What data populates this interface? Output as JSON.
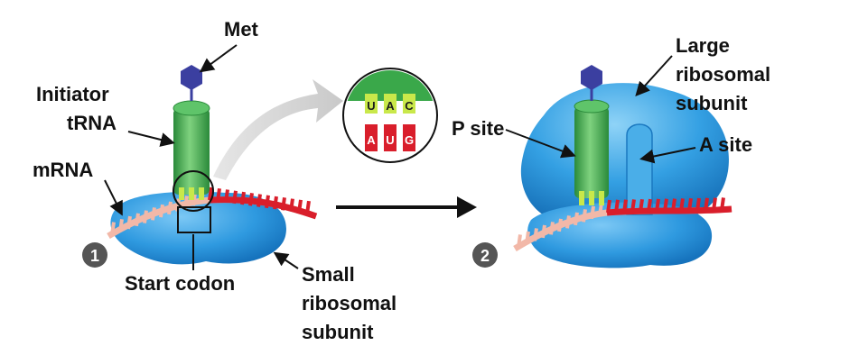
{
  "labels": {
    "met": "Met",
    "initiator_trna": [
      "Initiator",
      "tRNA"
    ],
    "mrna": "mRNA",
    "start_codon": "Start codon",
    "small_subunit": [
      "Small",
      "ribosomal",
      "subunit"
    ],
    "p_site": "P site",
    "large_subunit": [
      "Large",
      "ribosomal",
      "subunit"
    ],
    "a_site": "A site"
  },
  "steps": [
    "1",
    "2"
  ],
  "anticodon": [
    "U",
    "A",
    "C"
  ],
  "codon": [
    "A",
    "U",
    "G"
  ],
  "colors": {
    "ribosome_small": "#3fa3e6",
    "ribosome_large": "#2e9be0",
    "trna_green": "#3aa84a",
    "met_purple": "#3b3fa0",
    "mrna_red": "#d91e2b",
    "mrna_pink": "#f2b8a8",
    "step_badge": "#555555"
  }
}
